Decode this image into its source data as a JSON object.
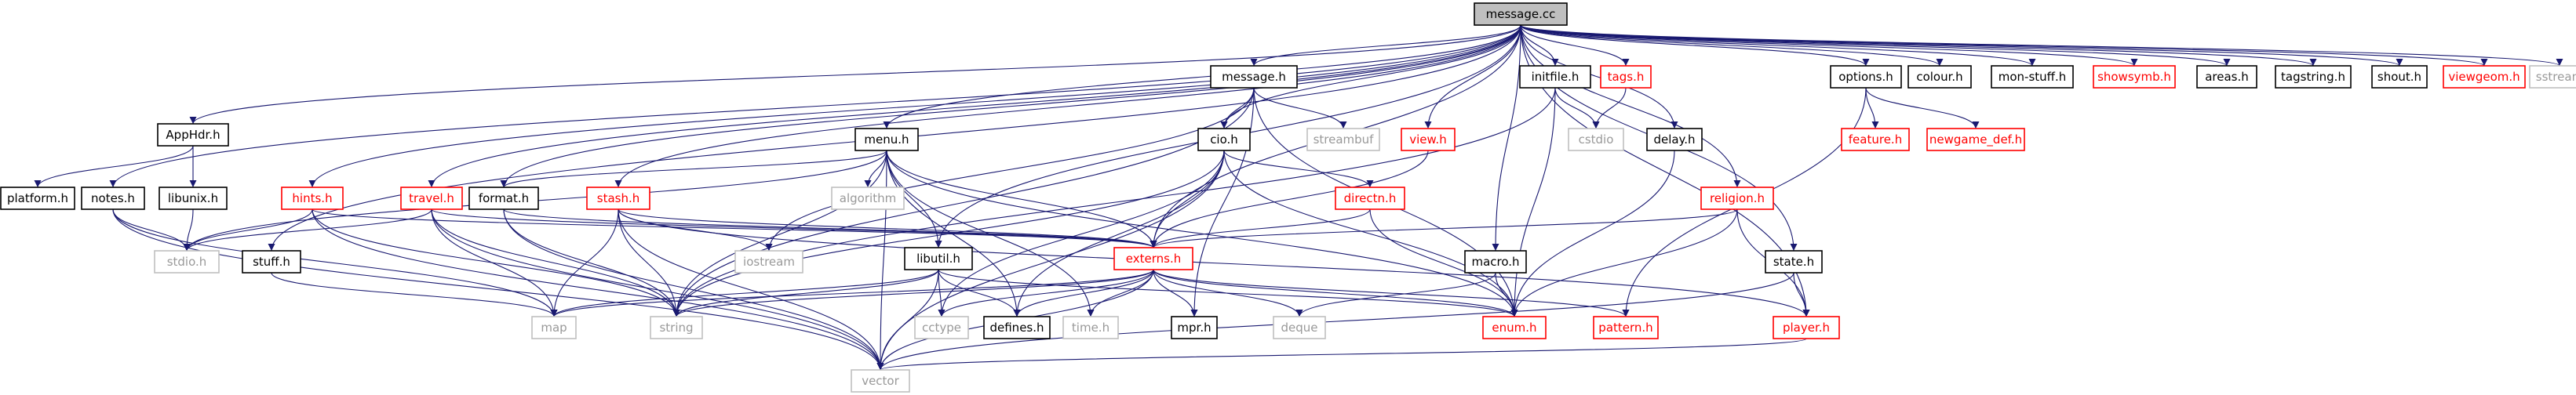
{
  "colors": {
    "edge": "#191970",
    "border_normal": "#000000",
    "border_ref": "#ff0000",
    "border_sys": "#bfbfbf",
    "root_fill": "#bfbfbf",
    "text_normal": "#000000",
    "text_ref": "#ff0000",
    "text_sys": "#999999"
  },
  "nodes": [
    {
      "id": "message_cc",
      "label": "message.cc",
      "kind": "root"
    },
    {
      "id": "apphdr_h",
      "label": "AppHdr.h",
      "kind": "normal"
    },
    {
      "id": "platform_h",
      "label": "platform.h",
      "kind": "normal"
    },
    {
      "id": "libunix_h",
      "label": "libunix.h",
      "kind": "normal"
    },
    {
      "id": "notes_h",
      "label": "notes.h",
      "kind": "normal"
    },
    {
      "id": "hints_h",
      "label": "hints.h",
      "kind": "ref"
    },
    {
      "id": "travel_h",
      "label": "travel.h",
      "kind": "ref"
    },
    {
      "id": "format_h",
      "label": "format.h",
      "kind": "normal"
    },
    {
      "id": "menu_h",
      "label": "menu.h",
      "kind": "normal"
    },
    {
      "id": "stash_h",
      "label": "stash.h",
      "kind": "ref"
    },
    {
      "id": "message_h",
      "label": "message.h",
      "kind": "normal"
    },
    {
      "id": "streambuf",
      "label": "streambuf",
      "kind": "sys"
    },
    {
      "id": "algorithm",
      "label": "algorithm",
      "kind": "sys"
    },
    {
      "id": "cio_h",
      "label": "cio.h",
      "kind": "normal"
    },
    {
      "id": "view_h",
      "label": "view.h",
      "kind": "ref"
    },
    {
      "id": "initfile_h",
      "label": "initfile.h",
      "kind": "normal"
    },
    {
      "id": "tags_h",
      "label": "tags.h",
      "kind": "ref"
    },
    {
      "id": "cstdio",
      "label": "cstdio",
      "kind": "sys"
    },
    {
      "id": "directn_h",
      "label": "directn.h",
      "kind": "ref"
    },
    {
      "id": "delay_h",
      "label": "delay.h",
      "kind": "normal"
    },
    {
      "id": "religion_h",
      "label": "religion.h",
      "kind": "ref"
    },
    {
      "id": "options_h",
      "label": "options.h",
      "kind": "normal"
    },
    {
      "id": "feature_h",
      "label": "feature.h",
      "kind": "ref"
    },
    {
      "id": "newgame_def_h",
      "label": "newgame_def.h",
      "kind": "ref"
    },
    {
      "id": "colour_h",
      "label": "colour.h",
      "kind": "normal"
    },
    {
      "id": "mon_stuff_h",
      "label": "mon-stuff.h",
      "kind": "normal"
    },
    {
      "id": "showsymb_h",
      "label": "showsymb.h",
      "kind": "ref"
    },
    {
      "id": "areas_h",
      "label": "areas.h",
      "kind": "normal"
    },
    {
      "id": "tagstring_h",
      "label": "tagstring.h",
      "kind": "normal"
    },
    {
      "id": "shout_h",
      "label": "shout.h",
      "kind": "normal"
    },
    {
      "id": "viewgeom_h",
      "label": "viewgeom.h",
      "kind": "ref"
    },
    {
      "id": "sstream",
      "label": "sstream",
      "kind": "sys"
    },
    {
      "id": "stdio_h",
      "label": "stdio.h",
      "kind": "sys"
    },
    {
      "id": "stuff_h",
      "label": "stuff.h",
      "kind": "normal"
    },
    {
      "id": "iostream",
      "label": "iostream",
      "kind": "sys"
    },
    {
      "id": "libutil_h",
      "label": "libutil.h",
      "kind": "normal"
    },
    {
      "id": "externs_h",
      "label": "externs.h",
      "kind": "ref"
    },
    {
      "id": "macro_h",
      "label": "macro.h",
      "kind": "normal"
    },
    {
      "id": "state_h",
      "label": "state.h",
      "kind": "normal"
    },
    {
      "id": "map",
      "label": "map",
      "kind": "sys"
    },
    {
      "id": "string",
      "label": "string",
      "kind": "sys"
    },
    {
      "id": "cctype",
      "label": "cctype",
      "kind": "sys"
    },
    {
      "id": "defines_h",
      "label": "defines.h",
      "kind": "normal"
    },
    {
      "id": "time_h",
      "label": "time.h",
      "kind": "sys"
    },
    {
      "id": "mpr_h",
      "label": "mpr.h",
      "kind": "normal"
    },
    {
      "id": "deque",
      "label": "deque",
      "kind": "sys"
    },
    {
      "id": "enum_h",
      "label": "enum.h",
      "kind": "ref"
    },
    {
      "id": "pattern_h",
      "label": "pattern.h",
      "kind": "ref"
    },
    {
      "id": "player_h",
      "label": "player.h",
      "kind": "ref"
    },
    {
      "id": "vector",
      "label": "vector",
      "kind": "sys"
    }
  ],
  "edges": [
    [
      "message_cc",
      "apphdr_h"
    ],
    [
      "message_cc",
      "notes_h"
    ],
    [
      "message_cc",
      "hints_h"
    ],
    [
      "message_cc",
      "travel_h"
    ],
    [
      "message_cc",
      "format_h"
    ],
    [
      "message_cc",
      "menu_h"
    ],
    [
      "message_cc",
      "stash_h"
    ],
    [
      "message_cc",
      "message_h"
    ],
    [
      "message_cc",
      "cio_h"
    ],
    [
      "message_cc",
      "view_h"
    ],
    [
      "message_cc",
      "initfile_h"
    ],
    [
      "message_cc",
      "tags_h"
    ],
    [
      "message_cc",
      "delay_h"
    ],
    [
      "message_cc",
      "religion_h"
    ],
    [
      "message_cc",
      "macro_h"
    ],
    [
      "message_cc",
      "state_h"
    ],
    [
      "message_cc",
      "options_h"
    ],
    [
      "message_cc",
      "colour_h"
    ],
    [
      "message_cc",
      "mon_stuff_h"
    ],
    [
      "message_cc",
      "showsymb_h"
    ],
    [
      "message_cc",
      "areas_h"
    ],
    [
      "message_cc",
      "tagstring_h"
    ],
    [
      "message_cc",
      "shout_h"
    ],
    [
      "message_cc",
      "viewgeom_h"
    ],
    [
      "message_cc",
      "sstream"
    ],
    [
      "message_cc",
      "libutil_h"
    ],
    [
      "message_cc",
      "stuff_h"
    ],
    [
      "message_cc",
      "player_h"
    ],
    [
      "message_cc",
      "externs_h"
    ],
    [
      "apphdr_h",
      "platform_h"
    ],
    [
      "apphdr_h",
      "libunix_h"
    ],
    [
      "libunix_h",
      "stdio_h"
    ],
    [
      "notes_h",
      "stdio_h"
    ],
    [
      "notes_h",
      "map"
    ],
    [
      "notes_h",
      "vector"
    ],
    [
      "hints_h",
      "stdio_h"
    ],
    [
      "hints_h",
      "string"
    ],
    [
      "hints_h",
      "externs_h"
    ],
    [
      "hints_h",
      "vector"
    ],
    [
      "travel_h",
      "stdio_h"
    ],
    [
      "travel_h",
      "externs_h"
    ],
    [
      "travel_h",
      "map"
    ],
    [
      "travel_h",
      "string"
    ],
    [
      "travel_h",
      "vector"
    ],
    [
      "format_h",
      "externs_h"
    ],
    [
      "format_h",
      "string"
    ],
    [
      "format_h",
      "vector"
    ],
    [
      "menu_h",
      "format_h"
    ],
    [
      "menu_h",
      "algorithm"
    ],
    [
      "menu_h",
      "externs_h"
    ],
    [
      "menu_h",
      "libutil_h"
    ],
    [
      "menu_h",
      "string"
    ],
    [
      "menu_h",
      "defines_h"
    ],
    [
      "menu_h",
      "time_h"
    ],
    [
      "menu_h",
      "vector"
    ],
    [
      "menu_h",
      "stdio_h"
    ],
    [
      "menu_h",
      "enum_h"
    ],
    [
      "stash_h",
      "externs_h"
    ],
    [
      "stash_h",
      "map"
    ],
    [
      "stash_h",
      "string"
    ],
    [
      "stash_h",
      "vector"
    ],
    [
      "stash_h",
      "iostream"
    ],
    [
      "stash_h",
      "player_h"
    ],
    [
      "message_h",
      "streambuf"
    ],
    [
      "message_h",
      "cio_h"
    ],
    [
      "message_h",
      "string"
    ],
    [
      "message_h",
      "enum_h"
    ],
    [
      "message_h",
      "mpr_h"
    ],
    [
      "message_h",
      "iostream"
    ],
    [
      "cio_h",
      "directn_h"
    ],
    [
      "cio_h",
      "externs_h"
    ],
    [
      "cio_h",
      "defines_h"
    ],
    [
      "cio_h",
      "string"
    ],
    [
      "cio_h",
      "vector"
    ],
    [
      "cio_h",
      "cctype"
    ],
    [
      "cio_h",
      "enum_h"
    ],
    [
      "view_h",
      "externs_h"
    ],
    [
      "initfile_h",
      "cstdio"
    ],
    [
      "initfile_h",
      "enum_h"
    ],
    [
      "initfile_h",
      "string"
    ],
    [
      "tags_h",
      "cstdio"
    ],
    [
      "directn_h",
      "externs_h"
    ],
    [
      "directn_h",
      "enum_h"
    ],
    [
      "delay_h",
      "enum_h"
    ],
    [
      "religion_h",
      "externs_h"
    ],
    [
      "religion_h",
      "enum_h"
    ],
    [
      "religion_h",
      "player_h"
    ],
    [
      "options_h",
      "feature_h"
    ],
    [
      "options_h",
      "newgame_def_h"
    ],
    [
      "options_h",
      "pattern_h"
    ],
    [
      "stuff_h",
      "map"
    ],
    [
      "libutil_h",
      "defines_h"
    ],
    [
      "libutil_h",
      "string"
    ],
    [
      "libutil_h",
      "cctype"
    ],
    [
      "libutil_h",
      "map"
    ],
    [
      "libutil_h",
      "vector"
    ],
    [
      "libutil_h",
      "enum_h"
    ],
    [
      "externs_h",
      "map"
    ],
    [
      "externs_h",
      "string"
    ],
    [
      "externs_h",
      "cctype"
    ],
    [
      "externs_h",
      "defines_h"
    ],
    [
      "externs_h",
      "time_h"
    ],
    [
      "externs_h",
      "mpr_h"
    ],
    [
      "externs_h",
      "deque"
    ],
    [
      "externs_h",
      "enum_h"
    ],
    [
      "externs_h",
      "pattern_h"
    ],
    [
      "externs_h",
      "vector"
    ],
    [
      "macro_h",
      "enum_h"
    ],
    [
      "macro_h",
      "deque"
    ],
    [
      "state_h",
      "player_h"
    ],
    [
      "state_h",
      "vector"
    ],
    [
      "player_h",
      "vector"
    ]
  ]
}
